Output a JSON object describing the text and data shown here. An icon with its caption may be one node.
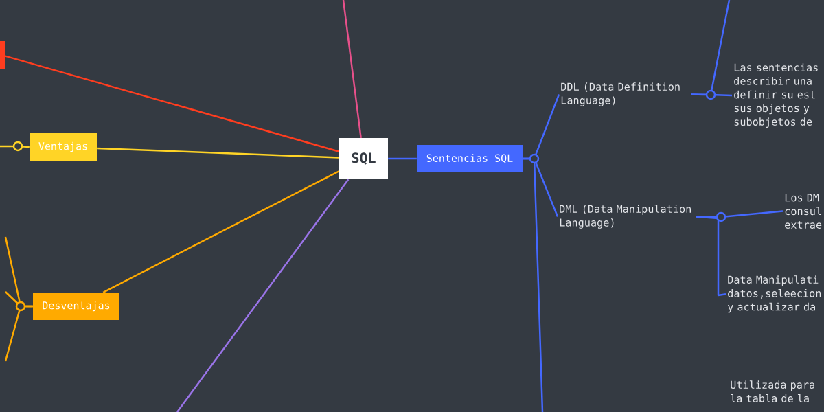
{
  "diagram": {
    "nodes": [
      {
        "text": [
          "SQL"
        ]
      },
      {
        "text": [
          "Sentencias SQL"
        ]
      },
      {
        "text": [
          "Ventajas"
        ]
      },
      {
        "text": [
          "Desventajas"
        ]
      },
      {
        "text": [],
        "shape": "box"
      },
      {
        "text": [
          "DDL (Data Definition Language)"
        ]
      },
      {
        "text": [
          "DML (Data Manipulation Language)"
        ]
      },
      {
        "text": [
          "Las sentencias describir una definir su est sus objetos y subobjetos de"
        ]
      },
      {
        "text": [
          "Los DM consul extrae"
        ]
      },
      {
        "text": [
          "Data Manipulati datos,seleecion y actualizar da"
        ]
      },
      {
        "text": [
          "Utilizada para la tabla de la"
        ]
      }
    ],
    "edges": [
      {
        "from": 0,
        "to": 1,
        "arrow": "none",
        "color": "#4468ff"
      },
      {
        "from": 0,
        "to": 2,
        "arrow": "none",
        "color": "#ffd426"
      },
      {
        "from": 0,
        "to": 3,
        "arrow": "none",
        "color": "#ffaa00"
      },
      {
        "from": 0,
        "to": 4,
        "arrow": "none",
        "color": "#ff3d1f"
      },
      {
        "from": 0,
        "to": null,
        "arrow": "none",
        "color": "#e6508a"
      },
      {
        "from": 0,
        "to": null,
        "arrow": "none",
        "color": "#9a74e8"
      },
      {
        "from": 1,
        "to": 5,
        "arrow": "none",
        "color": "#4468ff"
      },
      {
        "from": 1,
        "to": 6,
        "arrow": "none",
        "color": "#4468ff"
      },
      {
        "from": 1,
        "to": null,
        "arrow": "none",
        "color": "#4468ff"
      },
      {
        "from": 5,
        "to": 7,
        "arrow": "none",
        "color": "#4468ff"
      },
      {
        "from": 5,
        "to": null,
        "arrow": "none",
        "color": "#4468ff"
      },
      {
        "from": 6,
        "to": 8,
        "arrow": "none",
        "color": "#4468ff"
      },
      {
        "from": 6,
        "to": 9,
        "arrow": "none",
        "color": "#4468ff"
      },
      {
        "from": 2,
        "to": null,
        "arrow": "none",
        "color": "#ffd426"
      },
      {
        "from": 3,
        "to": null,
        "arrow": "none",
        "color": "#ffaa00"
      },
      {
        "from": 3,
        "to": null,
        "arrow": "none",
        "color": "#ffaa00"
      },
      {
        "from": 3,
        "to": null,
        "arrow": "none",
        "color": "#ffaa00"
      }
    ]
  }
}
